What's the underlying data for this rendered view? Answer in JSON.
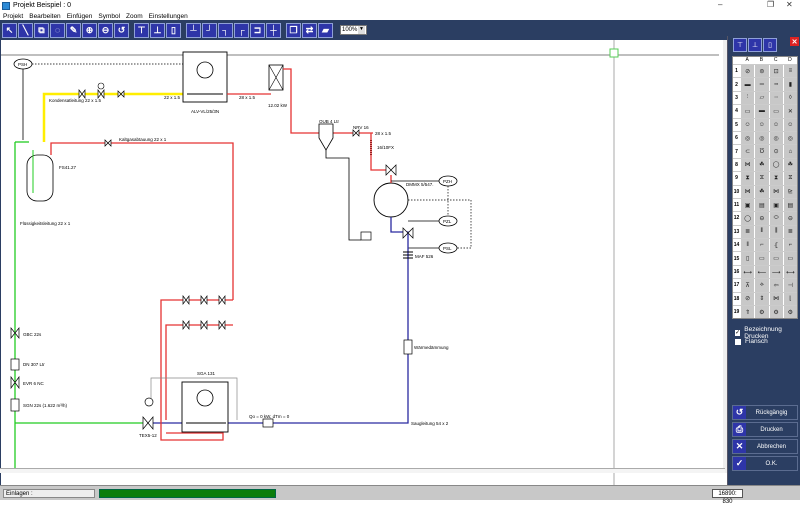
{
  "window": {
    "title": "Projekt Beispiel : 0",
    "controls": [
      "minimize",
      "restore",
      "close"
    ]
  },
  "menu": [
    "Projekt",
    "Bearbeiten",
    "Einfügen",
    "Symbol",
    "Zoom",
    "Einstellungen"
  ],
  "toolbar": {
    "tools": [
      {
        "name": "select-icon",
        "glyph": "↖"
      },
      {
        "name": "line-icon",
        "glyph": "╲"
      },
      {
        "name": "copy-icon",
        "glyph": "⧉"
      },
      {
        "name": "lasso-icon",
        "glyph": "◌"
      },
      {
        "name": "eraser-icon",
        "glyph": "✎"
      },
      {
        "name": "zoom-in-icon",
        "glyph": "⊕"
      },
      {
        "name": "zoom-out-icon",
        "glyph": "⊖"
      },
      {
        "name": "undo-icon",
        "glyph": "↺"
      },
      {
        "name": "symbol-a-icon",
        "glyph": "⊤"
      },
      {
        "name": "symbol-b-icon",
        "glyph": "⊥"
      },
      {
        "name": "symbol-c-icon",
        "glyph": "▯"
      },
      {
        "name": "pipe-green-icon",
        "glyph": "┴"
      },
      {
        "name": "pipe-blue-icon",
        "glyph": "┘"
      },
      {
        "name": "pipe-red-icon",
        "glyph": "┐"
      },
      {
        "name": "pipe-yellow-icon",
        "glyph": "┌"
      },
      {
        "name": "pipe-gray-icon",
        "glyph": "⊐"
      },
      {
        "name": "pipe-mixed-icon",
        "glyph": "┼"
      },
      {
        "name": "window-icon",
        "glyph": "❐"
      },
      {
        "name": "refresh-icon",
        "glyph": "⇄"
      },
      {
        "name": "open-folder-icon",
        "glyph": "▰"
      }
    ],
    "zoom_value": "100%"
  },
  "diagram": {
    "labels": {
      "psh": "PSH",
      "kondensator_line": "Kondensatleitung 22 x 1.5",
      "pipe_22": "22 x 1.5",
      "unit_name": "ALV-VL/25/3N",
      "pipe_28": "28 x 1.5",
      "condenser_kw": "12.02 kW",
      "kaltgas": "Kaltgasabtauung 22 x 1",
      "receiver": "FS41.27",
      "fluessig": "Flüssigkeitsleitung 22 x 1",
      "oub": "OUB 4 Ltr",
      "nrv": "NRV 16",
      "pipe_28b": "28 x 1.5",
      "filter": "16/10FX",
      "compressor": "DMMX 5/547.",
      "pzh": "PZH",
      "pzl": "PZL",
      "psl": "PSL",
      "muffler": "MAF 526",
      "insulation": "Wärmedämmung",
      "suction": "Saugleitung 54 x 2",
      "gbc": "GBC 22s",
      "dn": "DN 307 Ltr",
      "evr": "EVR 6 NC",
      "sgn": "SGN 22s (1.622 m³/h)",
      "sga": "SGA 131",
      "tex": "TEX5-12",
      "qo": "Qo = 0 kW, dTm = 0"
    }
  },
  "symbol_panel": {
    "tabs": [
      "symbols-tab",
      "pipes-tab",
      "parts-tab"
    ],
    "columns": [
      "A",
      "B",
      "C",
      "D"
    ],
    "rows": [
      "1",
      "2",
      "3",
      "4",
      "5",
      "6",
      "7",
      "8",
      "9",
      "10",
      "11",
      "12",
      "13",
      "14",
      "15",
      "16",
      "17",
      "18",
      "19"
    ],
    "glyphs": [
      "⊘",
      "⊜",
      "⊡",
      "≡",
      "▬",
      "═",
      "┅",
      "▮",
      "⫶",
      "▱",
      "┄",
      "◊",
      "▭",
      "▬",
      "▭",
      "✕",
      "☺",
      "☺",
      "☺",
      "☺",
      "◎",
      "◎",
      "◎",
      "◎",
      "⊂",
      "Ʊ",
      "⊙",
      "⌂",
      "⋈",
      "☘",
      "◯",
      "☘",
      "⧗",
      "⧖",
      "⧗",
      "⧖",
      "⋈",
      "☘",
      "⋈",
      "⊵",
      "▣",
      "▤",
      "▣",
      "▤",
      "◯",
      "⊖",
      "⬭",
      "⊖",
      "≣",
      "⦀",
      "⫼",
      "≣",
      "‖",
      "⌐",
      "⦃",
      "⌐",
      "▯",
      "▭",
      "▭",
      "▭",
      "⟷",
      "⟵",
      "⟶",
      "⟷",
      "⊼",
      "⟡",
      "⇦",
      "⊣",
      "⊘",
      "⇕",
      "⋈",
      "⌊",
      "⇑",
      "⚙",
      "⚙",
      "⚙"
    ],
    "checkboxes": [
      {
        "label": "Bezeichnung Drucken",
        "checked": true
      },
      {
        "label": "Flansch",
        "checked": false
      }
    ],
    "buttons": [
      {
        "label": "Rückgängig",
        "icon": "undo-icon",
        "glyph": "↺"
      },
      {
        "label": "Drucken",
        "icon": "printer-icon",
        "glyph": "⎙"
      },
      {
        "label": "Abbrechen",
        "icon": "cancel-icon",
        "glyph": "✕"
      },
      {
        "label": "O.K.",
        "icon": "checkmark-icon",
        "glyph": "✓"
      }
    ]
  },
  "status": {
    "label": "Einlagen :",
    "progress": 1.0,
    "coords": "16890: 830"
  }
}
